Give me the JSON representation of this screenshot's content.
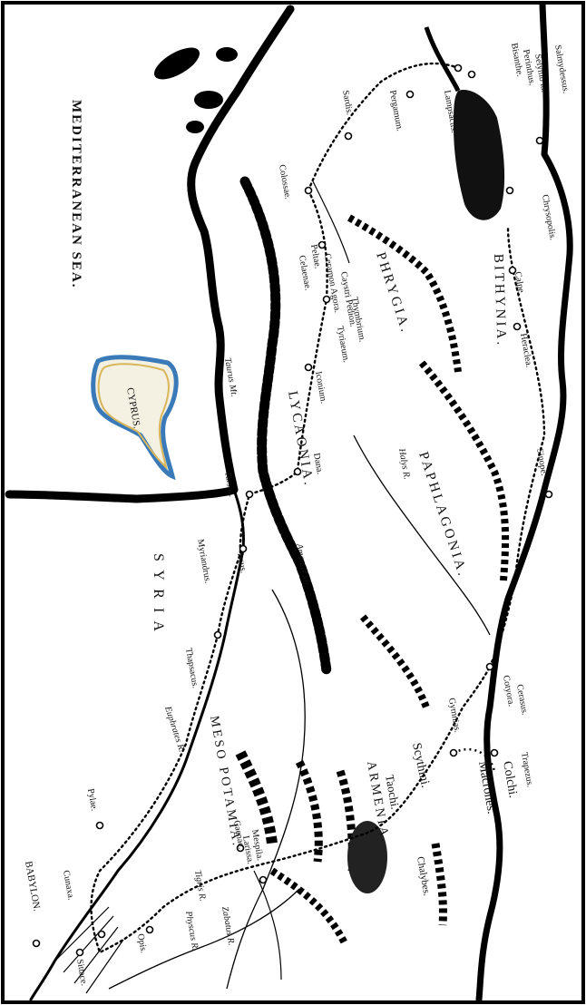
{
  "map": {
    "sea": "MEDITERRANEAN SEA.",
    "island": "CYPRUS.",
    "regions": {
      "phrygia": "PHRYGIA.",
      "bithynia": "BITHYNIA.",
      "lycaonia": "LYCAONIA.",
      "paphlagonia": "PAPHLAGONIA.",
      "syria": "S Y R I A",
      "mesopotamia": "MESO POTAMIA.",
      "armenia": "ARMENIA.",
      "taochi": "Taochi.",
      "scythini": "Scythini.",
      "colchi": "Colchi.",
      "macrones": "Macrones.",
      "chalybes": "Chalybes."
    },
    "towns": {
      "salmydessus": "Salmydessus.",
      "selymbria": "Selymb ia.",
      "perinthus": "Perinthus.",
      "bisanthe": "Bisanthe.",
      "lampsacus": "Lampsacus.",
      "pergamum": "Pergamum.",
      "sardis": "Sardis.",
      "colossae": "Colossae.",
      "celaenae": "Celaenae.",
      "peltae": "Peltae.",
      "ceramon_agora": "Ceramon Agora.",
      "caystri_pedion": "Caystri Pedion.",
      "thymbrium": "Thymbrium.",
      "tyriaeum": "Tyriaeum.",
      "iconium": "Iconium.",
      "dana": "Dana.",
      "tarsus": "Tarsus.",
      "issus": "Issus.",
      "myriandrus": "Myriandrus.",
      "thapsacus": "Thapsacus.",
      "pylae": "Pylae.",
      "cunaxa": "Cunaxa.",
      "babylon": "BABYLON.",
      "sittace": "Sittace.",
      "opis": "Opis.",
      "caenae": "Caenae.",
      "mespila": "Mespila.",
      "larissa": "Larissa.",
      "calpe": "Calpe.",
      "chrysopolis": "Chrysopolis.",
      "heraclea": "Heraclea.",
      "sinope": "Sinope.",
      "cotyora": "Cotyora.",
      "cerasus": "Cerasus.",
      "trapezus": "Trapezus.",
      "gymnias": "Gymnias."
    },
    "rivers": {
      "halys": "Halys R.",
      "euphrates": "Euphrates R.",
      "tigris": "Tigris R.",
      "physcus": "Physcus R.",
      "zabatus": "Zabatus R."
    },
    "mountains": {
      "taurus": "Taurus Mt.",
      "amanus": "Amanus Mt."
    }
  }
}
